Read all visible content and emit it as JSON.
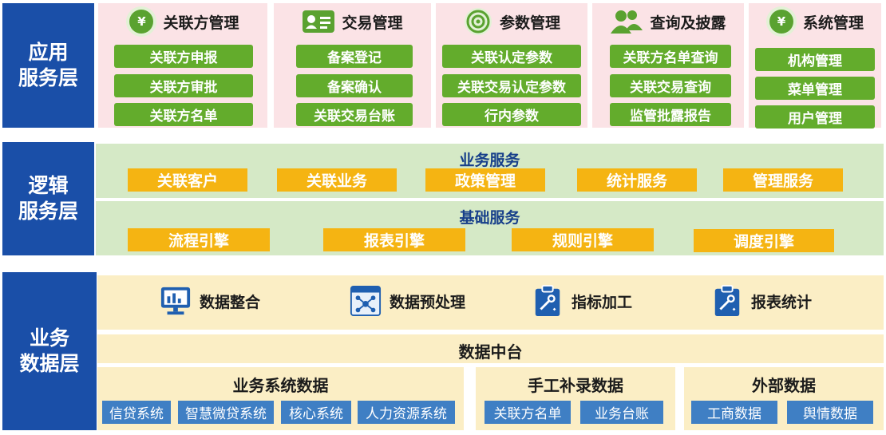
{
  "layers": {
    "app": "应用\n服务层",
    "logic": "逻辑\n服务层",
    "data": "业务\n数据层"
  },
  "app_modules": [
    {
      "title": "关联方管理",
      "icon": "yen-coin-icon",
      "items": [
        "关联方申报",
        "关联方审批",
        "关联方名单"
      ]
    },
    {
      "title": "交易管理",
      "icon": "id-card-icon",
      "items": [
        "备案登记",
        "备案确认",
        "关联交易台账"
      ]
    },
    {
      "title": "参数管理",
      "icon": "target-icon",
      "items": [
        "关联认定参数",
        "关联交易认定参数",
        "行内参数"
      ]
    },
    {
      "title": "查询及披露",
      "icon": "users-icon",
      "items": [
        "关联方名单查询",
        "关联交易查询",
        "监管批露报告"
      ]
    },
    {
      "title": "系统管理",
      "icon": "yen-coin-icon",
      "items": [
        "机构管理",
        "菜单管理",
        "用户管理"
      ]
    }
  ],
  "logic": {
    "business_title": "业务服务",
    "business_items": [
      "关联客户",
      "关联业务",
      "政策管理",
      "统计服务",
      "管理服务"
    ],
    "base_title": "基础服务",
    "base_items": [
      "流程引擎",
      "报表引擎",
      "规则引擎",
      "调度引擎"
    ]
  },
  "data": {
    "tools": [
      {
        "label": "数据整合",
        "icon": "monitor-chart-icon"
      },
      {
        "label": "数据预处理",
        "icon": "data-process-icon"
      },
      {
        "label": "指标加工",
        "icon": "clipboard-tools-icon"
      },
      {
        "label": "报表统计",
        "icon": "clipboard-tools-icon"
      }
    ],
    "middle_platform": "数据中台",
    "groups": [
      {
        "title": "业务系统数据",
        "items": [
          "信贷系统",
          "智慧微贷系统",
          "核心系统",
          "人力资源系统"
        ]
      },
      {
        "title": "手工补录数据",
        "items": [
          "关联方名单",
          "业务台账"
        ]
      },
      {
        "title": "外部数据",
        "items": [
          "工商数据",
          "舆情数据"
        ]
      }
    ]
  },
  "colors": {
    "layer_label": "#1a4fa8",
    "green_button": "#63ac2c",
    "yellow_button": "#f5b412",
    "blue_button": "#3f7fc4",
    "logic_bg": "#d5e9c6",
    "app_bg": "#fbe3e6",
    "data_bg": "#fbeec5"
  }
}
